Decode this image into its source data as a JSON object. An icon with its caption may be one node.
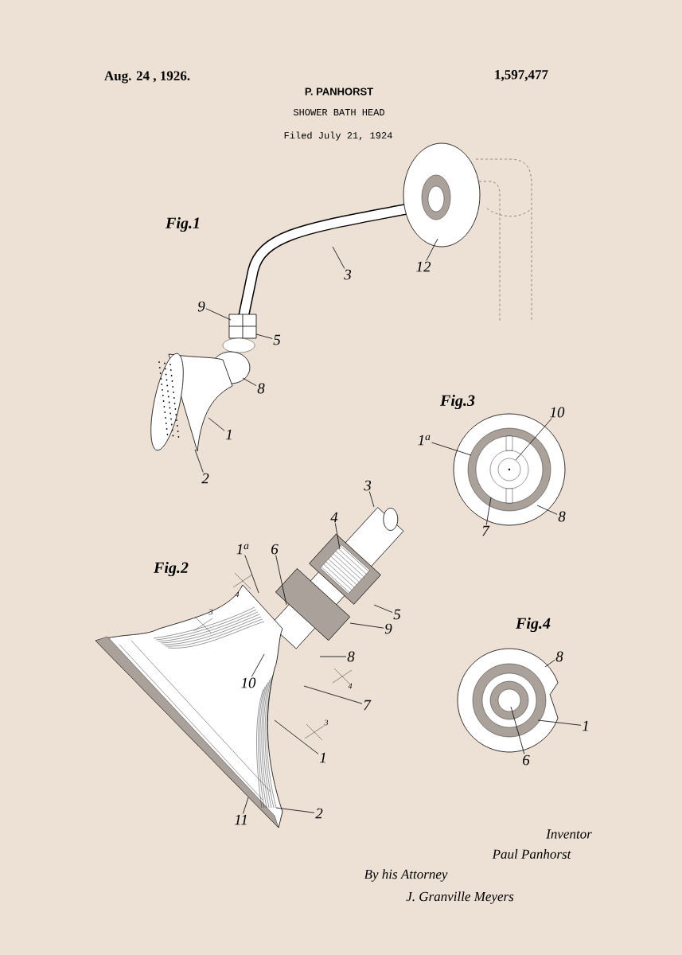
{
  "diagram": {
    "title": "SHOWER BATH HEAD",
    "nodes": [
      {
        "text": [
          "3"
        ]
      },
      {
        "text": [
          "12"
        ]
      },
      {
        "text": [
          "9"
        ]
      },
      {
        "text": [
          "5"
        ]
      },
      {
        "text": [
          "8"
        ]
      },
      {
        "text": [
          "1"
        ]
      },
      {
        "text": [
          "2"
        ]
      },
      {
        "text": [
          "1$^{a}$"
        ]
      },
      {
        "text": [
          "10"
        ]
      },
      {
        "text": [
          "8"
        ]
      },
      {
        "text": [
          "7"
        ]
      },
      {
        "text": [
          "3"
        ]
      },
      {
        "text": [
          "4"
        ]
      },
      {
        "text": [
          "1$^{a}$"
        ]
      },
      {
        "text": [
          "6"
        ]
      },
      {
        "text": [
          "5"
        ]
      },
      {
        "text": [
          "9"
        ]
      },
      {
        "text": [
          "8"
        ]
      },
      {
        "text": [
          "10"
        ]
      },
      {
        "text": [
          "7"
        ]
      },
      {
        "text": [
          "1"
        ]
      },
      {
        "text": [
          "11"
        ]
      },
      {
        "text": [
          "2"
        ]
      },
      {
        "text": [
          "8"
        ]
      },
      {
        "text": [
          "1"
        ]
      },
      {
        "text": [
          "6"
        ]
      }
    ],
    "edges": [
      {
        "from": 0,
        "to": null,
        "arrow": "none"
      },
      {
        "from": 1,
        "to": null,
        "arrow": "none"
      },
      {
        "from": 2,
        "to": null,
        "arrow": "none"
      },
      {
        "from": 3,
        "to": null,
        "arrow": "none"
      },
      {
        "from": 4,
        "to": null,
        "arrow": "none"
      },
      {
        "from": 5,
        "to": null,
        "arrow": "none"
      },
      {
        "from": 6,
        "to": null,
        "arrow": "none"
      },
      {
        "from": 7,
        "to": null,
        "arrow": "none"
      },
      {
        "from": 8,
        "to": null,
        "arrow": "none"
      },
      {
        "from": 9,
        "to": null,
        "arrow": "none"
      },
      {
        "from": 10,
        "to": null,
        "arrow": "none"
      },
      {
        "from": 11,
        "to": null,
        "arrow": "none"
      },
      {
        "from": 12,
        "to": null,
        "arrow": "none"
      },
      {
        "from": 13,
        "to": null,
        "arrow": "none"
      },
      {
        "from": 14,
        "to": null,
        "arrow": "none"
      },
      {
        "from": 15,
        "to": null,
        "arrow": "none"
      },
      {
        "from": 16,
        "to": null,
        "arrow": "none"
      },
      {
        "from": 17,
        "to": null,
        "arrow": "none"
      },
      {
        "from": 18,
        "to": null,
        "arrow": "none"
      },
      {
        "from": 19,
        "to": null,
        "arrow": "none"
      },
      {
        "from": 20,
        "to": null,
        "arrow": "none"
      },
      {
        "from": 21,
        "to": null,
        "arrow": "none"
      },
      {
        "from": 22,
        "to": null,
        "arrow": "none"
      },
      {
        "from": 23,
        "to": null,
        "arrow": "none"
      },
      {
        "from": 24,
        "to": null,
        "arrow": "none"
      },
      {
        "from": 25,
        "to": null,
        "arrow": "none"
      }
    ],
    "labels": [
      "Aug. 24 , 1926.",
      "1,597,477",
      "P. PANHORST",
      "Filed July 21, 1924",
      "Fig.1",
      "Fig.3",
      "Fig.2",
      "4",
      "3",
      "Fig.4",
      "4",
      "3",
      "Inventor",
      "Paul Panhorst",
      "By his Attorney",
      "J. Granville Meyers"
    ]
  }
}
